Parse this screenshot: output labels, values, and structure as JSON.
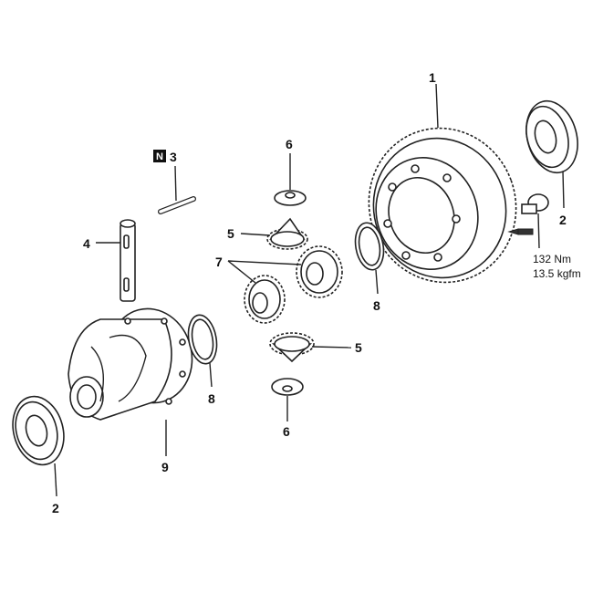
{
  "title": "Differential assembly exploded view",
  "labels": {
    "ring_gear": "1",
    "bearing_right": "2",
    "bearing_left": "2",
    "pin_badge": "N",
    "pin": "3",
    "shaft": "4",
    "pinion_upper": "5",
    "pinion_lower": "5",
    "washer_upper": "6",
    "washer_lower": "6",
    "side_gears": "7",
    "shim_right": "8",
    "shim_left": "8",
    "case": "9"
  },
  "torque": {
    "nm": "132 Nm",
    "kgfm": "13.5 kgfm"
  }
}
